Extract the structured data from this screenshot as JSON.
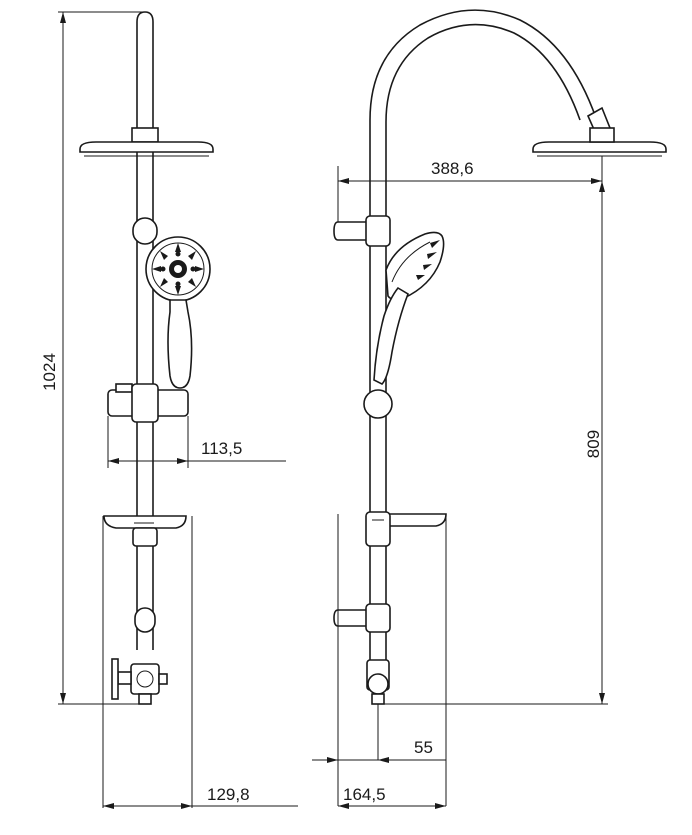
{
  "dimensions": {
    "overall_height": "1024",
    "arm_offset": "113,5",
    "base_width_front": "129,8",
    "overhead_reach": "388,6",
    "valve_height": "809",
    "outlet_offset": "55",
    "base_width_side": "164,5"
  }
}
